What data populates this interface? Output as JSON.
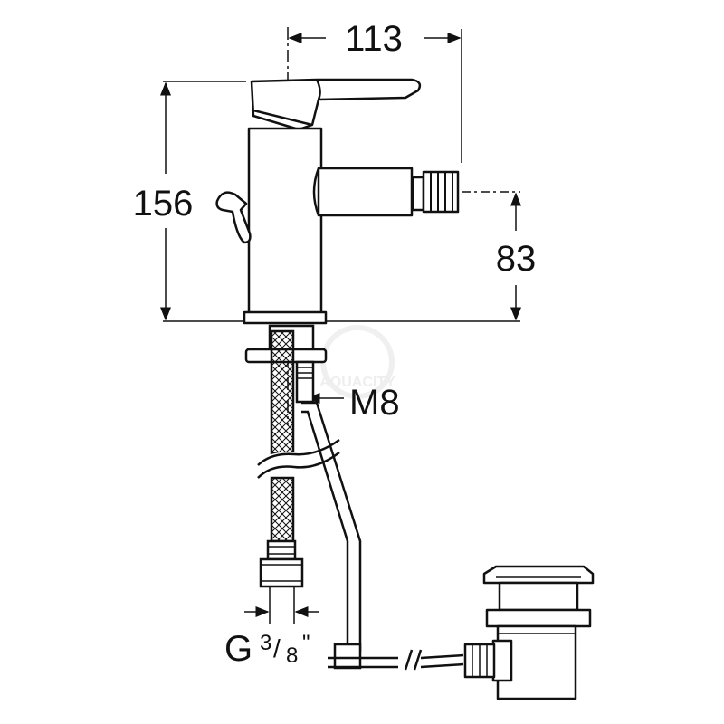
{
  "dimensions": {
    "width": "113",
    "height": "156",
    "spout_height": "83",
    "thread": "M8",
    "connection": {
      "prefix": "G",
      "numerator": "3",
      "slash": "/",
      "denominator": "8",
      "unit": "\""
    }
  },
  "watermark": "AQUACITY",
  "colors": {
    "line": "#111111",
    "background": "#ffffff"
  }
}
